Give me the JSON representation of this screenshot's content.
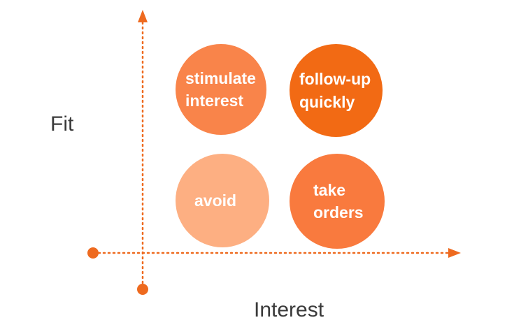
{
  "axes": {
    "y_label": "Fit",
    "x_label": "Interest"
  },
  "colors": {
    "axis": "#ee6a1f",
    "text_dark": "#3a3a3a",
    "medium_orange": "#f9844a",
    "strong_orange": "#f26a14",
    "light_orange": "#fdaf82"
  },
  "quadrants": {
    "high_fit_low_interest": {
      "line1": "stimulate",
      "line2": "interest",
      "color": "#f9844a"
    },
    "high_fit_high_interest": {
      "line1": "follow-up",
      "line2": "quickly",
      "color": "#f26a14"
    },
    "low_fit_low_interest": {
      "line1": "avoid",
      "color": "#fdaf82"
    },
    "low_fit_high_interest": {
      "line1": "take",
      "line2": "orders",
      "color": "#f97a3e"
    }
  }
}
